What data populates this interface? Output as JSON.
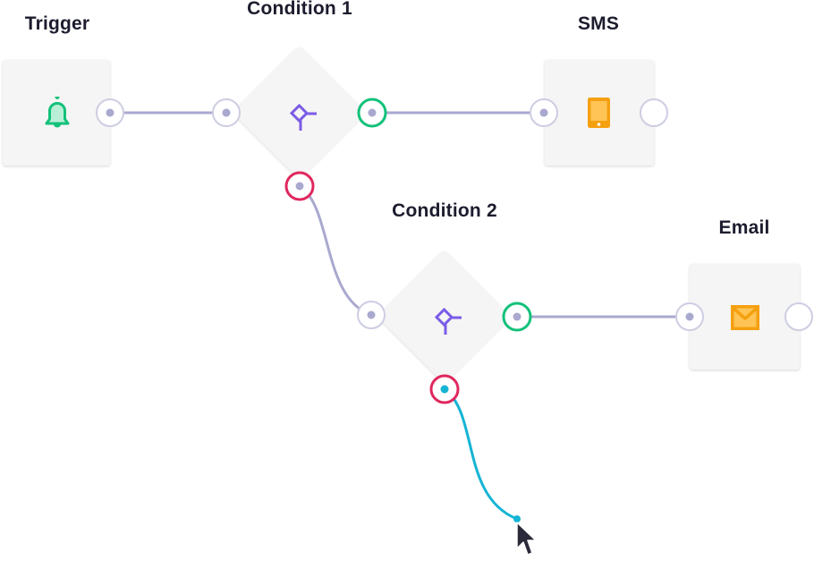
{
  "nodes": {
    "trigger": {
      "label": "Trigger",
      "icon": "bell-icon",
      "color": "#13c17a"
    },
    "condition1": {
      "label": "Condition 1",
      "icon": "condition-icon",
      "color": "#7b5ce6"
    },
    "sms": {
      "label": "SMS",
      "icon": "mobile-phone-icon",
      "color": "#f5a011"
    },
    "condition2": {
      "label": "Condition 2",
      "icon": "condition-icon",
      "color": "#7b5ce6"
    },
    "email": {
      "label": "Email",
      "icon": "envelope-icon",
      "color": "#f5a011"
    }
  },
  "ports": {
    "neutral_color": "#a9a9cf",
    "true_color": "#13c17a",
    "false_color": "#e0275e"
  },
  "connections": [
    {
      "from": "trigger",
      "to": "condition1",
      "branch": "default"
    },
    {
      "from": "condition1",
      "to": "sms",
      "branch": "true"
    },
    {
      "from": "condition1",
      "to": "condition2",
      "branch": "false"
    },
    {
      "from": "condition2",
      "to": "email",
      "branch": "true"
    },
    {
      "from": "condition2",
      "to": "cursor",
      "branch": "false",
      "state": "dragging",
      "color": "#14b4d4"
    }
  ],
  "cursor": {
    "icon": "mouse-pointer-icon"
  }
}
